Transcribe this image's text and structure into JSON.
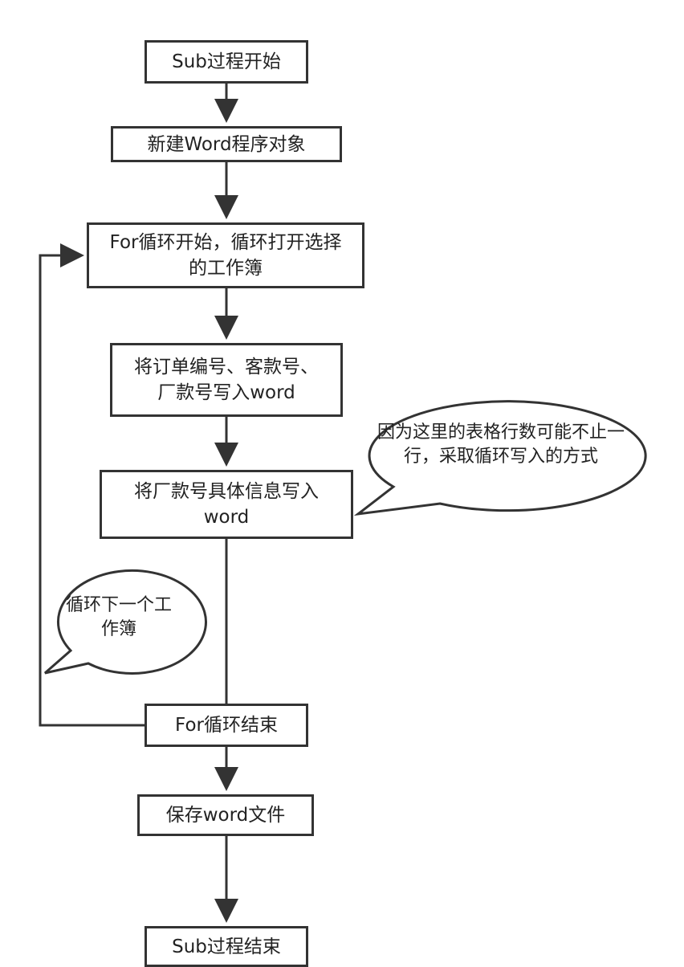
{
  "nodes": {
    "sub_start": "Sub过程开始",
    "new_word_object": "新建Word程序对象",
    "for_loop_start": "For循环开始，循环打开选择的工作簿",
    "write_order_info": "将订单编号、客款号、厂款号写入word",
    "write_factory_details": "将厂款号具体信息写入word",
    "for_loop_end": "For循环结束",
    "save_word_file": "保存word文件",
    "sub_end": "Sub过程结束"
  },
  "callouts": {
    "loop_write_note": "因为这里的表格行数可能不止一行，采取循环写入的方式",
    "next_workbook_note": "循环下一个工作簿"
  },
  "colors": {
    "stroke": "#333333",
    "text": "#222222",
    "background": "#ffffff"
  }
}
